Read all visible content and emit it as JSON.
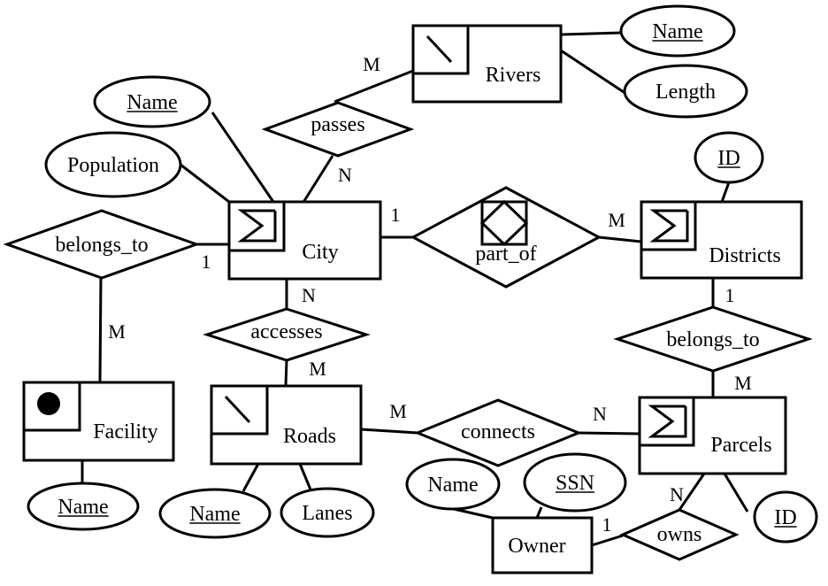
{
  "diagram": {
    "type": "entity-relationship",
    "entities": [
      {
        "id": "rivers",
        "label": "Rivers",
        "icon": "line-icon"
      },
      {
        "id": "city",
        "label": "City",
        "icon": "sigma-icon"
      },
      {
        "id": "districts",
        "label": "Districts",
        "icon": "sigma-icon"
      },
      {
        "id": "facility",
        "label": "Facility",
        "icon": "point-icon"
      },
      {
        "id": "roads",
        "label": "Roads",
        "icon": "line-icon"
      },
      {
        "id": "parcels",
        "label": "Parcels",
        "icon": "sigma-icon"
      },
      {
        "id": "owner",
        "label": "Owner",
        "icon": ""
      }
    ],
    "relationships": [
      {
        "id": "passes",
        "label": "passes",
        "icon": ""
      },
      {
        "id": "part_of",
        "label": "part_of",
        "icon": "square-diamond-icon"
      },
      {
        "id": "belongs_to_city",
        "label": "belongs_to",
        "icon": ""
      },
      {
        "id": "accesses",
        "label": "accesses",
        "icon": ""
      },
      {
        "id": "belongs_to_districts",
        "label": "belongs_to",
        "icon": ""
      },
      {
        "id": "connects",
        "label": "connects",
        "icon": ""
      },
      {
        "id": "owns",
        "label": "owns",
        "icon": ""
      }
    ],
    "attributes": [
      {
        "id": "rivers_name",
        "label": "Name",
        "key": true,
        "of": "rivers"
      },
      {
        "id": "rivers_length",
        "label": "Length",
        "key": false,
        "of": "rivers"
      },
      {
        "id": "city_name",
        "label": "Name",
        "key": true,
        "of": "city"
      },
      {
        "id": "city_population",
        "label": "Population",
        "key": false,
        "of": "city"
      },
      {
        "id": "districts_id",
        "label": "ID",
        "key": true,
        "of": "districts"
      },
      {
        "id": "facility_name",
        "label": "Name",
        "key": true,
        "of": "facility"
      },
      {
        "id": "roads_name",
        "label": "Name",
        "key": true,
        "of": "roads"
      },
      {
        "id": "roads_lanes",
        "label": "Lanes",
        "key": false,
        "of": "roads"
      },
      {
        "id": "owner_name",
        "label": "Name",
        "key": false,
        "of": "owner"
      },
      {
        "id": "owner_ssn",
        "label": "SSN",
        "key": true,
        "of": "owner"
      },
      {
        "id": "parcels_id",
        "label": "ID",
        "key": true,
        "of": "parcels"
      }
    ],
    "cardinalities": [
      {
        "id": "passes_rivers",
        "relationship": "passes",
        "entity": "rivers",
        "value": "M"
      },
      {
        "id": "passes_city",
        "relationship": "passes",
        "entity": "city",
        "value": "N"
      },
      {
        "id": "partof_city",
        "relationship": "part_of",
        "entity": "city",
        "value": "1"
      },
      {
        "id": "partof_districts",
        "relationship": "part_of",
        "entity": "districts",
        "value": "M"
      },
      {
        "id": "belongs_city",
        "relationship": "belongs_to_city",
        "entity": "city",
        "value": "1"
      },
      {
        "id": "belongs_facility",
        "relationship": "belongs_to_city",
        "entity": "facility",
        "value": "M"
      },
      {
        "id": "accesses_city",
        "relationship": "accesses",
        "entity": "city",
        "value": "N"
      },
      {
        "id": "accesses_roads",
        "relationship": "accesses",
        "entity": "roads",
        "value": "M"
      },
      {
        "id": "belongs_districts",
        "relationship": "belongs_to_districts",
        "entity": "districts",
        "value": "1"
      },
      {
        "id": "belongs_parcels",
        "relationship": "belongs_to_districts",
        "entity": "parcels",
        "value": "M"
      },
      {
        "id": "connects_roads",
        "relationship": "connects",
        "entity": "roads",
        "value": "M"
      },
      {
        "id": "connects_parcels",
        "relationship": "connects",
        "entity": "parcels",
        "value": "N"
      },
      {
        "id": "owns_owner",
        "relationship": "owns",
        "entity": "owner",
        "value": "1"
      },
      {
        "id": "owns_parcels",
        "relationship": "owns",
        "entity": "parcels",
        "value": "N"
      }
    ]
  }
}
